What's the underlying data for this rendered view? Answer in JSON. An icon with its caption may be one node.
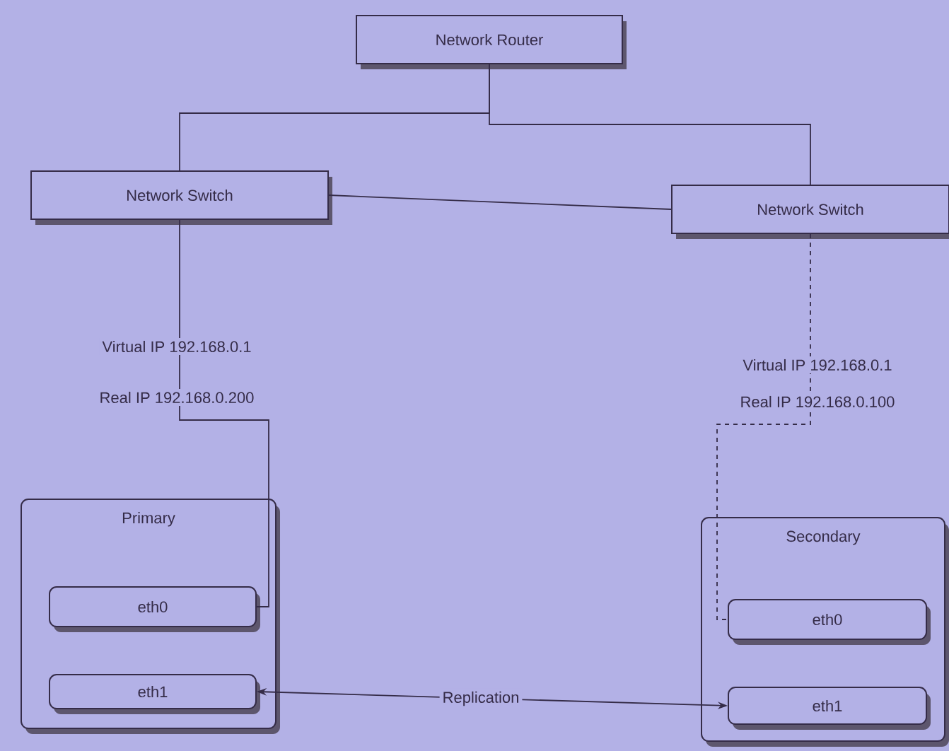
{
  "diagram": {
    "nodes": [
      {
        "text": [
          "Network Router"
        ]
      },
      {
        "text": [
          "Network Switch"
        ]
      },
      {
        "text": [
          "Network Switch"
        ]
      },
      {
        "text": [
          "Primary"
        ]
      },
      {
        "text": [
          "eth0"
        ],
        "in": 3
      },
      {
        "text": [
          "eth1"
        ],
        "in": 3
      },
      {
        "text": [
          "Secondary"
        ]
      },
      {
        "text": [
          "eth0"
        ],
        "in": 6
      },
      {
        "text": [
          "eth1"
        ],
        "in": 6
      }
    ],
    "edges": [
      {
        "from": 0,
        "to": 1,
        "arrow": "none"
      },
      {
        "from": 0,
        "to": 2,
        "arrow": "none"
      },
      {
        "from": 1,
        "to": 2,
        "arrow": "none"
      },
      {
        "from": 1,
        "to": 4,
        "arrow": "none",
        "label": "Virtual IP 192.168.0.1"
      },
      {
        "from": 2,
        "to": 7,
        "arrow": "none",
        "style": "dashed",
        "label": "Virtual IP 192.168.0.1"
      },
      {
        "from": 5,
        "to": 8,
        "arrow": "both",
        "label": "Replication"
      }
    ],
    "labels": [
      "Real IP 192.168.0.200",
      "Real IP 192.168.0.100"
    ]
  }
}
